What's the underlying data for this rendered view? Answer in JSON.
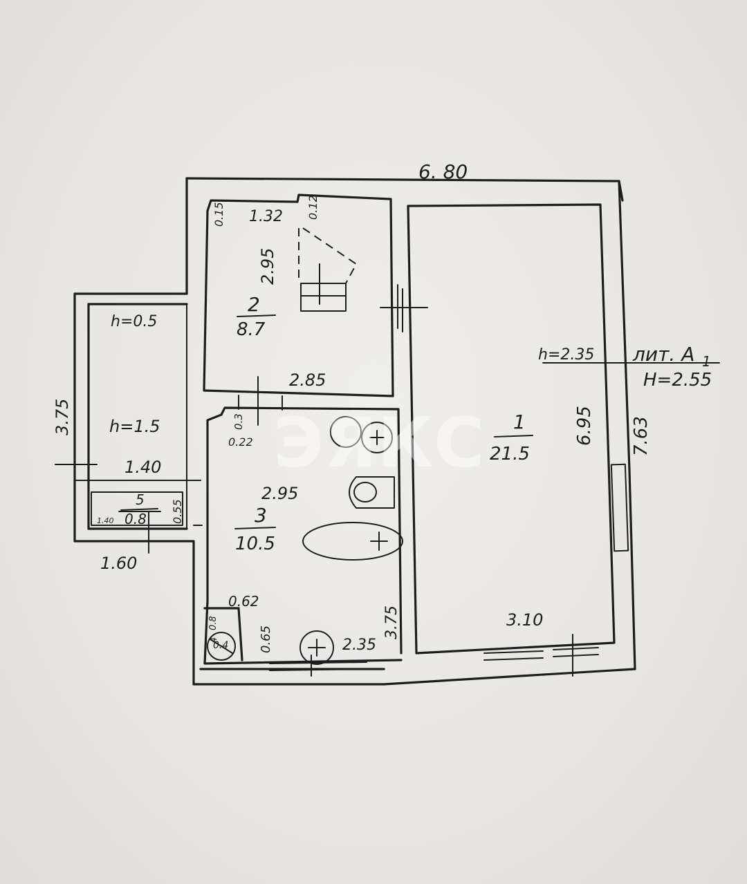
{
  "plan": {
    "overall_width": "6. 80",
    "building_label": "лит. А",
    "building_index": "1",
    "building_height": "H=2.55",
    "overall_depth": "7.63",
    "watermark": "ЭЯКС"
  },
  "rooms": [
    {
      "id": "room-1",
      "number": "1",
      "area": "21.5",
      "height": "h=2.35"
    },
    {
      "id": "room-2",
      "number": "2",
      "area": "8.7"
    },
    {
      "id": "room-3",
      "number": "3",
      "area": "10.5"
    },
    {
      "id": "room-4",
      "number": "4",
      "area": "0.4"
    },
    {
      "id": "room-5",
      "number": "5",
      "area": "0.8"
    }
  ],
  "dimensions": {
    "r2_top": "1.32",
    "r2_top_left": "0.15",
    "r2_top_notch": "0.12",
    "r2_side": "2.95",
    "r2_bottom": "2.85",
    "r1_side": "6.95",
    "r1_bottom": "3.10",
    "r3_width": "2.95",
    "r3_bottom": "2.35",
    "r3_side": "3.75",
    "r3_notch_a": "0.3",
    "r3_notch_b": "0.22",
    "r4_width": "0.62",
    "r4_side_a": "0.65",
    "r4_side_b": "0.8",
    "stair_h_top": "h=0.5",
    "stair_h_mid": "h=1.5",
    "stair_depth": "3.75",
    "stair_width": "1.40",
    "r5_width": "1.40",
    "r5_side": "0.55",
    "r5_outer": "1.60"
  }
}
